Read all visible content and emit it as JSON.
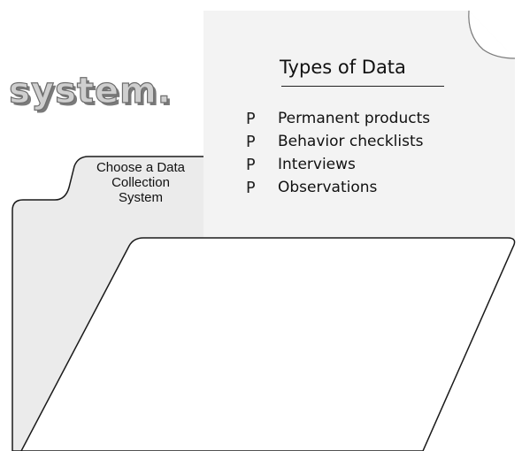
{
  "headline": "n system.",
  "folder": {
    "tab_label": [
      "Choose a Data",
      "Collection",
      "System"
    ]
  },
  "paper": {
    "title": "Types of Data",
    "bullet_glyph": "P",
    "items": [
      "Permanent products",
      "Behavior checklists",
      "Interviews",
      "Observations"
    ]
  }
}
